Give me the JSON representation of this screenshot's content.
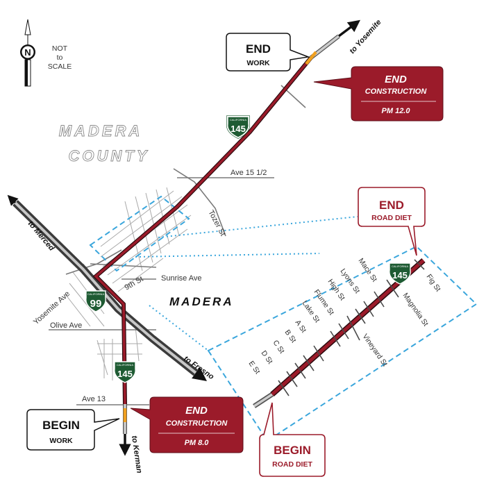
{
  "legend": {
    "north": "N",
    "scale_line1": "NOT",
    "scale_line2": "to",
    "scale_line3": "SCALE"
  },
  "areas": {
    "county_line1": "MADERA",
    "county_line2": "COUNTY",
    "city": "MADERA"
  },
  "destinations": {
    "yosemite": "to Yosemite",
    "merced": "to Merced",
    "fresno": "to Fresno",
    "kerman": "to Kerman"
  },
  "streets": {
    "ave_15_half": "Ave 15 1/2",
    "tozer": "Tozer St",
    "sunrise": "Sunrise Ave",
    "ninth": "9th St",
    "yosemite_ave": "Yosemite Ave",
    "olive": "Olive Ave",
    "ave_13": "Ave 13"
  },
  "inset_streets": {
    "mace": "Mace St",
    "lyons": "Lyons St",
    "high": "High St",
    "flume": "Flume St",
    "lake": "Lake St",
    "a": "A St",
    "b": "B St",
    "c": "C St",
    "d": "D St",
    "e": "E St",
    "fig": "Fig St",
    "magnolia": "Magnolia St",
    "vineyard": "Vineyard St"
  },
  "shields": {
    "sr145_top": "CALIFORNIA",
    "sr145": "145",
    "sr99_top": "CALIFORNIA",
    "sr99": "99"
  },
  "callouts": {
    "end_work": {
      "title": "END",
      "subtitle": "WORK"
    },
    "end_construction_north": {
      "title": "END",
      "subtitle": "CONSTRUCTION",
      "postmile": "PM 12.0"
    },
    "end_road_diet": {
      "title": "END",
      "subtitle": "ROAD DIET"
    },
    "begin_work": {
      "title": "BEGIN",
      "subtitle": "WORK"
    },
    "end_construction_south": {
      "title": "END",
      "subtitle": "CONSTRUCTION",
      "postmile": "PM 8.0"
    },
    "begin_road_diet": {
      "title": "BEGIN",
      "subtitle": "ROAD DIET"
    }
  },
  "colors": {
    "route": "#9b1b2a",
    "callout_fill": "#9b1b2a",
    "highway": "#4a4a4a",
    "highway_core": "#bdbdbd",
    "work_zone": "#f0a020",
    "inset_outline": "#3aa6dc",
    "shield": "#1e5b33"
  }
}
